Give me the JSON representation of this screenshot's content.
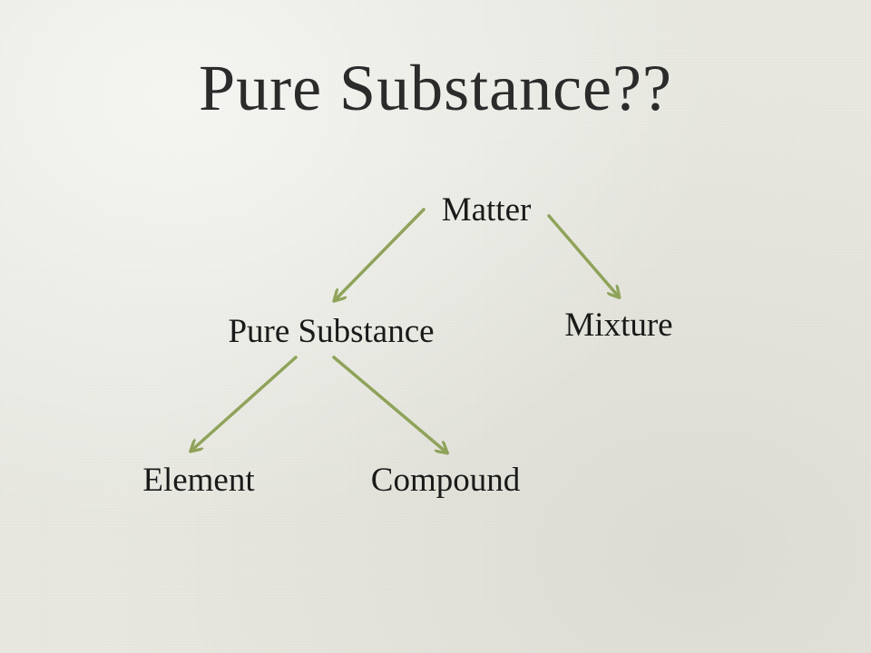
{
  "title": "Pure Substance??",
  "colors": {
    "arrow": "#8fa35a",
    "text": "#1a1a1a",
    "background": "#e9e9e2"
  },
  "nodes": {
    "matter": "Matter",
    "pure_substance": "Pure Substance",
    "mixture": "Mixture",
    "element": "Element",
    "compound": "Compound"
  },
  "edges": [
    {
      "from": "Matter",
      "to": "Pure Substance"
    },
    {
      "from": "Matter",
      "to": "Mixture"
    },
    {
      "from": "Pure Substance",
      "to": "Element"
    },
    {
      "from": "Pure Substance",
      "to": "Compound"
    }
  ]
}
